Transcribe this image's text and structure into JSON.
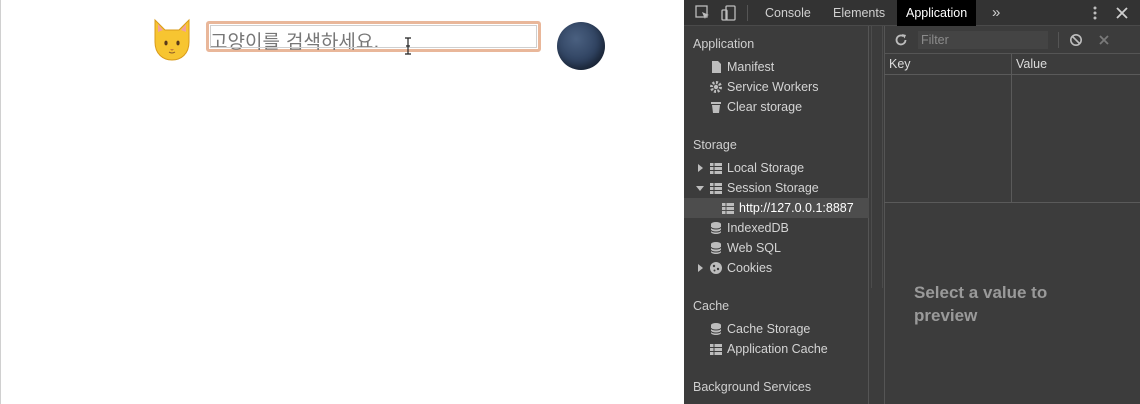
{
  "page": {
    "search_placeholder": "고양이를 검색하세요."
  },
  "devtools": {
    "tabs": [
      "Console",
      "Elements",
      "Application"
    ],
    "active_tab": "Application",
    "more_tabs": "»",
    "sidebar": {
      "application_section": "Application",
      "application_items": [
        "Manifest",
        "Service Workers",
        "Clear storage"
      ],
      "storage_section": "Storage",
      "storage_items": {
        "local_storage": "Local Storage",
        "session_storage": "Session Storage",
        "session_origin": "http://127.0.0.1:8887",
        "indexeddb": "IndexedDB",
        "websql": "Web SQL",
        "cookies": "Cookies"
      },
      "cache_section": "Cache",
      "cache_items": [
        "Cache Storage",
        "Application Cache"
      ],
      "background_section": "Background Services"
    },
    "storage_view": {
      "filter_placeholder": "Filter",
      "col_key": "Key",
      "col_value": "Value",
      "preview_text": "Select a value to preview"
    }
  },
  "colors": {
    "devtools_bg": "#3c3c3c",
    "active_tab_bg": "#000000",
    "search_border": "#e9b79a",
    "selected_row": "#4d4d4d"
  }
}
